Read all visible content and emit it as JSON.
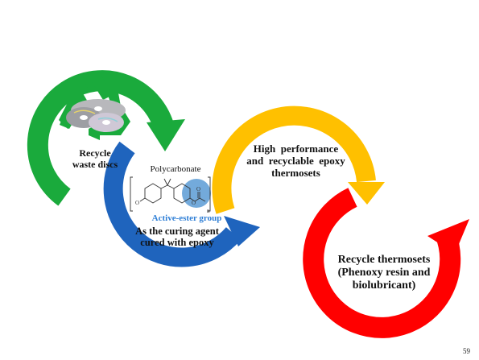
{
  "colors": {
    "green": "#1aaa3c",
    "blue": "#1f64bd",
    "yellow": "#ffc000",
    "red": "#ff0000",
    "ester_highlight": "#5b9bd5",
    "ester_text": "#2f7fd6"
  },
  "icons": [
    "recycle-icon",
    "cd-discs-icon"
  ],
  "labels": {
    "waste_line1": "Recycle",
    "waste_line2": "waste discs",
    "polycarbonate": "Polycarbonate",
    "subscript_n": "n",
    "active_ester": "Active-ester group",
    "curing_line1": "As the curing agent",
    "curing_line2": "cured with epoxy",
    "perf_line1": "High  performance",
    "perf_line2": "and  recyclable  epoxy",
    "perf_line3": "thermosets",
    "recycle_line1": "Recycle thermosets",
    "recycle_line2": "(Phenoxy resin and",
    "recycle_line3": "biolubricant)",
    "page_number": "59"
  }
}
